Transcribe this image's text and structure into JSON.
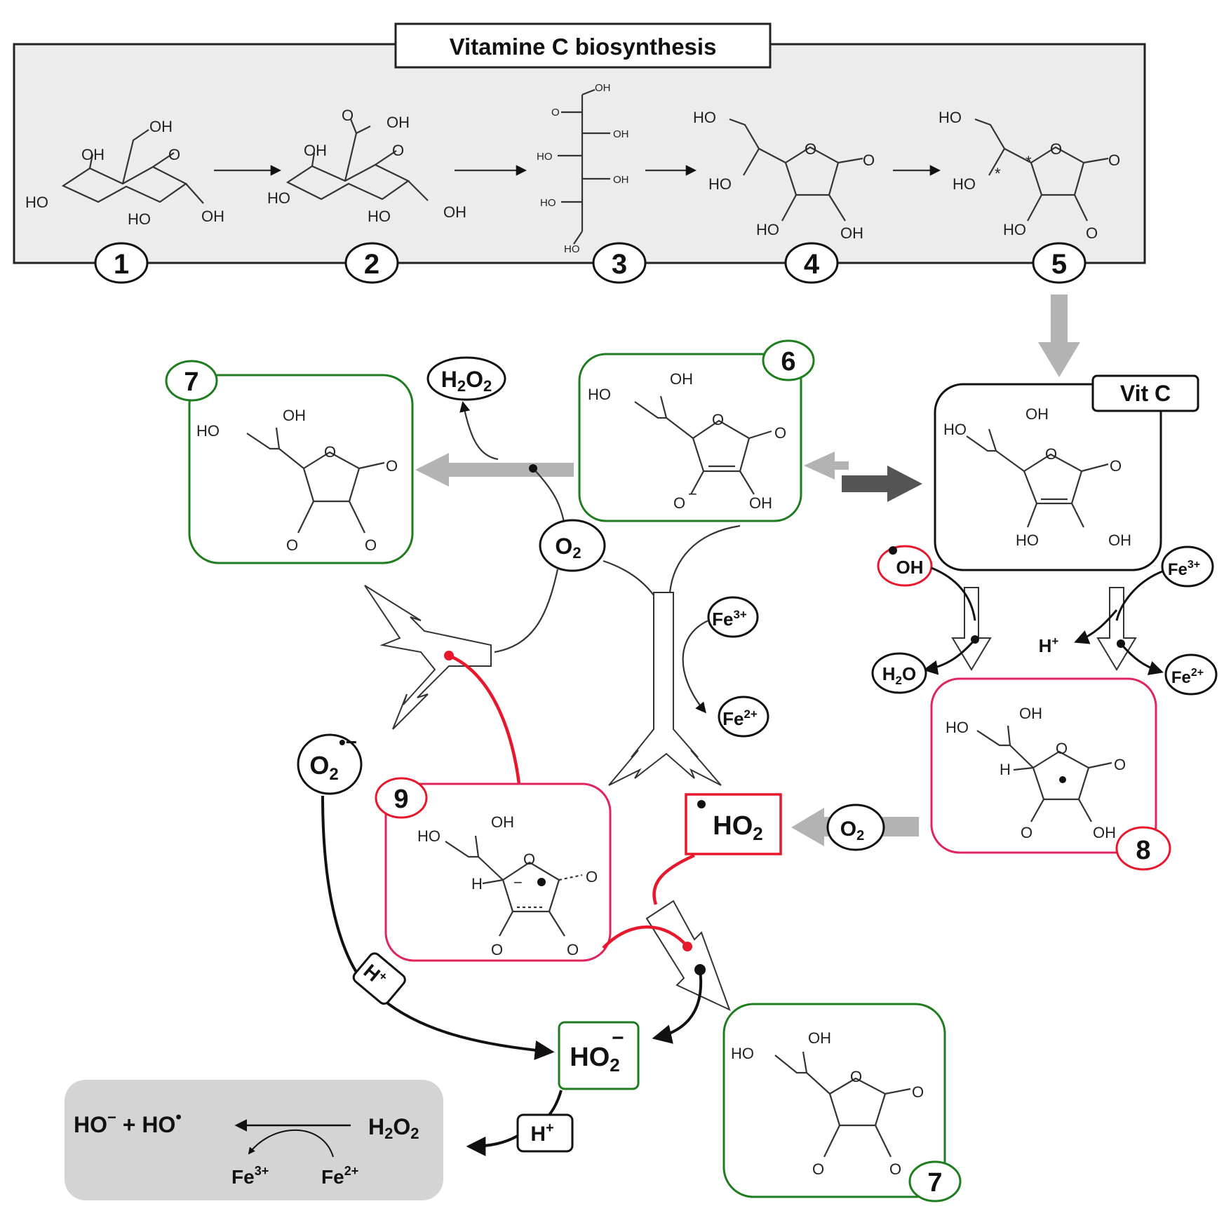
{
  "header": {
    "title": "Vitamine C biosynthesis"
  },
  "biosynthesis": {
    "labels": [
      "1",
      "2",
      "3",
      "4",
      "5"
    ]
  },
  "compounds": {
    "vitc": {
      "label": "Vit C"
    },
    "c6": "6",
    "c7a": "7",
    "c7b": "7",
    "c8": "8",
    "c9": "9"
  },
  "species": {
    "h2o2_top": "H2O2",
    "o2_center": "O2",
    "o2_right": "O2",
    "fe3_center": "Fe3+",
    "fe2_center": "Fe2+",
    "oh_radical": "OH",
    "h2o": "H2O",
    "h_plus_right": "H+",
    "fe3_right": "Fe3+",
    "fe2_right": "Fe2+",
    "superoxide": "O2",
    "ho2_radical": "HO2",
    "ho2_anion": "HO2",
    "h_plus_left": "H+",
    "h_plus_bottom": "H+"
  },
  "fenton": {
    "products": "HO⁻ + HO•",
    "reactant": "H2O2",
    "fe3": "Fe3+",
    "fe2": "Fe2+"
  },
  "colors": {
    "green": "#1e7d1e",
    "red": "#e8172c",
    "pink": "#e0245e",
    "gray_panel": "#ececec",
    "gray_arrow": "#b3b3b3",
    "dark_arrow": "#555555"
  }
}
